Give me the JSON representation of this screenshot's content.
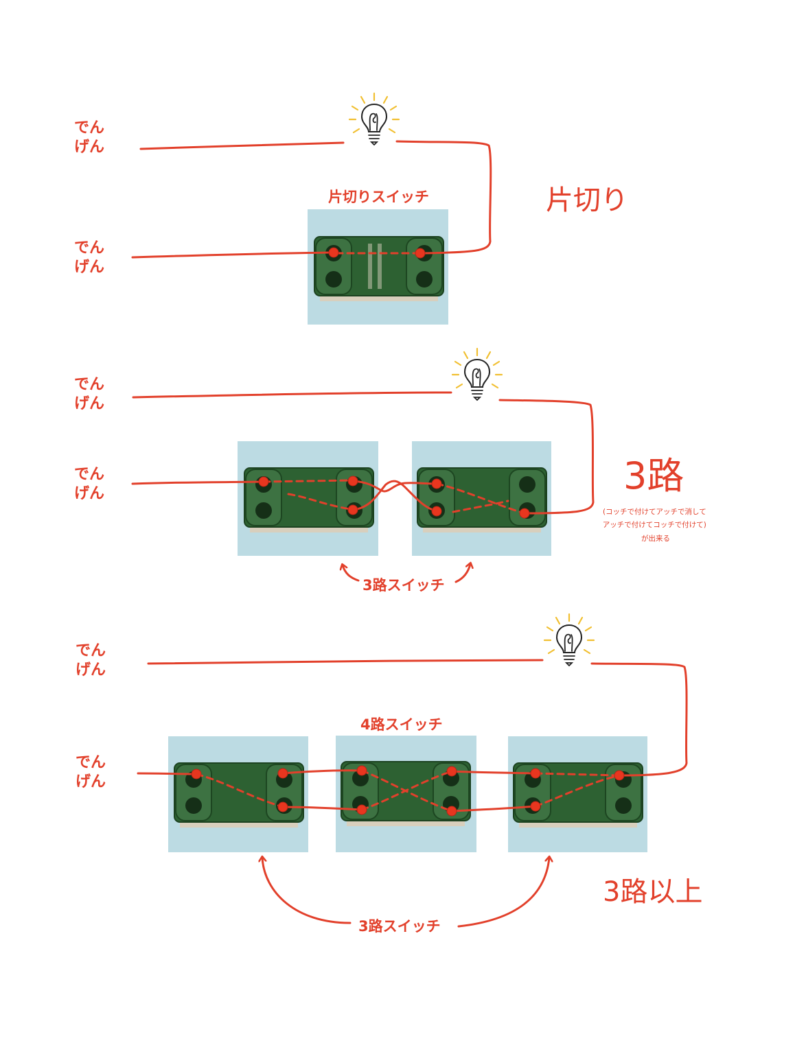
{
  "colors": {
    "wire": "#e2402b",
    "switch_body": "#2d6132",
    "photo_background": "#bcdbe3",
    "bulb_rays": "#f1bf30"
  },
  "icons": [
    "light-bulb-icon",
    "curved-arrow-icon"
  ],
  "section1": {
    "power_top": "でん\nげん",
    "power_bottom": "でん\nげん",
    "switch_label": "片切りスイッチ",
    "title": "片切り"
  },
  "section2": {
    "power_top": "でん\nげん",
    "power_bottom": "でん\nげん",
    "title": "3路",
    "note": [
      "(コッチで付けてアッチで消して",
      "アッチで付けてコッチで付けて)",
      "が出来る"
    ],
    "switch_label": "3路スイッチ"
  },
  "section3": {
    "power_top": "でん\nげん",
    "power_bottom": "でん\nげん",
    "four_way_label": "4路スイッチ",
    "switch_label": "3路スイッチ",
    "title": "3路以上"
  }
}
